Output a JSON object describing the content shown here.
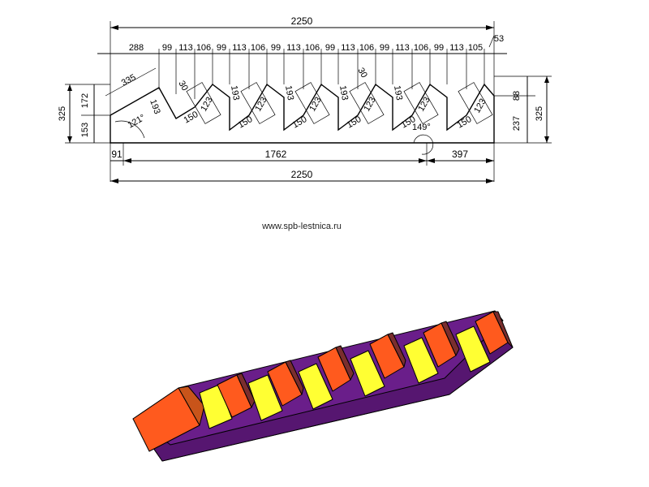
{
  "drawing": {
    "total_width_top": "2250",
    "total_width_bottom": "2250",
    "top_segments": [
      "288",
      "99",
      "113",
      "106",
      "99",
      "113",
      "106",
      "99",
      "113",
      "106",
      "99",
      "113",
      "106",
      "99",
      "113",
      "106",
      "99",
      "113",
      "105"
    ],
    "top_right_offset": "53",
    "bottom_segments": [
      "91",
      "1762",
      "397"
    ],
    "left_heights": {
      "total": "325",
      "upper": "172",
      "lower": "153"
    },
    "right_heights": {
      "total": "325",
      "upper": "88",
      "lower": "237"
    },
    "slanted_top_length": "335",
    "riser_label": "193",
    "tread_label": "150",
    "step_label": "123",
    "angle_offset": "30",
    "angle_left": "121°",
    "angle_right": "149°",
    "website": "www.spb-lestnica.ru"
  },
  "colors": {
    "base_purple": "#6a1e8a",
    "base_purple_dark": "#561670",
    "block_orange": "#ff5a1e",
    "block_yellow": "#ffff33",
    "block_outline": "#000000"
  }
}
